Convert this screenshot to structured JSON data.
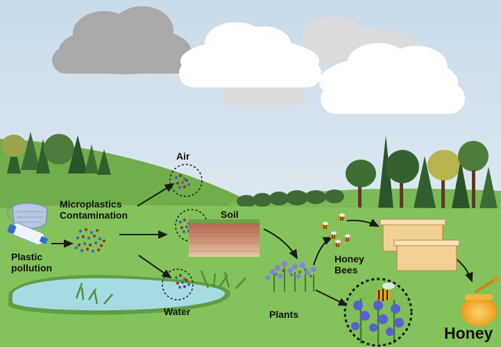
{
  "labels": {
    "air": "Air",
    "microplastics": [
      "Microplastics",
      "Contamination"
    ],
    "soil": "Soil",
    "plastic": [
      "Plastic",
      "pollution"
    ],
    "water": "Water",
    "plants": "Plants",
    "honey_bees": [
      "Honey",
      "Bees"
    ],
    "honey": "Honey"
  },
  "colors": {
    "sky": "#dce8f2",
    "grass": "#7fbf57",
    "hill_far": "#6aa946",
    "pond": "#a7dbe4",
    "particle_red": "#b02a2a",
    "particle_blue": "#2e6cc7",
    "tree_dark": "#2f5f2e",
    "hive": "#f2cf92",
    "honey": "#f0a21a"
  },
  "icons": [
    "cloud-icon",
    "tree-icon",
    "mask-icon",
    "bottle-icon",
    "bee-icon",
    "beehive-icon",
    "honey-jar-icon",
    "flower-icon"
  ]
}
